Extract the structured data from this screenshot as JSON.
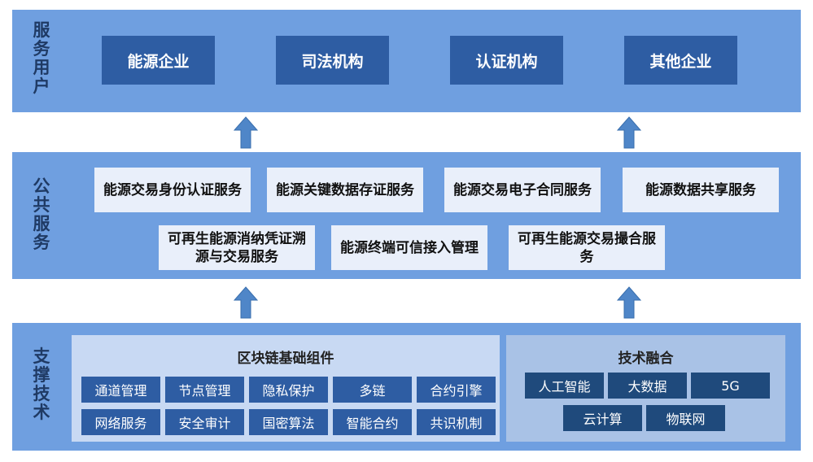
{
  "layers": {
    "users": {
      "label": "服务用户",
      "items": [
        "能源企业",
        "司法机构",
        "认证机构",
        "其他企业"
      ]
    },
    "public": {
      "label": "公共服务",
      "row1": [
        "能源交易身份认证服务",
        "能源关键数据存证服务",
        "能源交易电子合同服务",
        "能源数据共享服务"
      ],
      "row2": [
        "可再生能源消纳凭证溯源与交易服务",
        "能源终端可信接入管理",
        "可再生能源交易撮合服务"
      ]
    },
    "support": {
      "label": "支撑技术",
      "blockchain": {
        "title": "区块链基础组件",
        "row1": [
          "通道管理",
          "节点管理",
          "隐私保护",
          "多链",
          "合约引擎"
        ],
        "row2": [
          "网络服务",
          "安全审计",
          "国密算法",
          "智能合约",
          "共识机制"
        ]
      },
      "tech": {
        "title": "技术融合",
        "row1": [
          "人工智能",
          "大数据",
          "5G"
        ],
        "row2": [
          "云计算",
          "物联网"
        ]
      }
    }
  },
  "colors": {
    "layer_bg": "#6f9fe0",
    "box_blue": "#2e5da3",
    "box_light": "#e9effa",
    "label_text": "#1f3a64",
    "arrow_fill": "#4f86c8"
  }
}
